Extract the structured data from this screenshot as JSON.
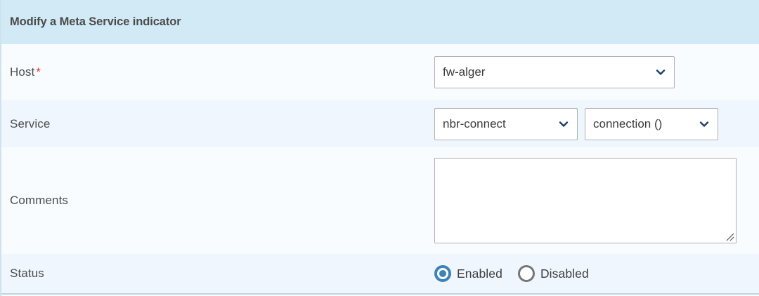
{
  "panel": {
    "title": "Modify a Meta Service indicator",
    "header_bg": "#d2eaf6",
    "row_bg_light": "#f8fcfe",
    "row_bg_alt": "#eff6fd",
    "accent": "#3d82b9",
    "required_color": "#e8302f"
  },
  "fields": {
    "host": {
      "label": "Host",
      "required_marker": "*",
      "select_value": "fw-alger",
      "chevron_icon": "chevron-down-icon"
    },
    "service": {
      "label": "Service",
      "select_value": "nbr-connect",
      "subtype_value": "connection ()",
      "chevron_icon": "chevron-down-icon"
    },
    "comments": {
      "label": "Comments",
      "value": "",
      "placeholder": "",
      "resize_icon": "resize-grip-icon"
    },
    "status": {
      "label": "Status",
      "options": [
        {
          "label": "Enabled",
          "selected": true
        },
        {
          "label": "Disabled",
          "selected": false
        }
      ]
    }
  }
}
